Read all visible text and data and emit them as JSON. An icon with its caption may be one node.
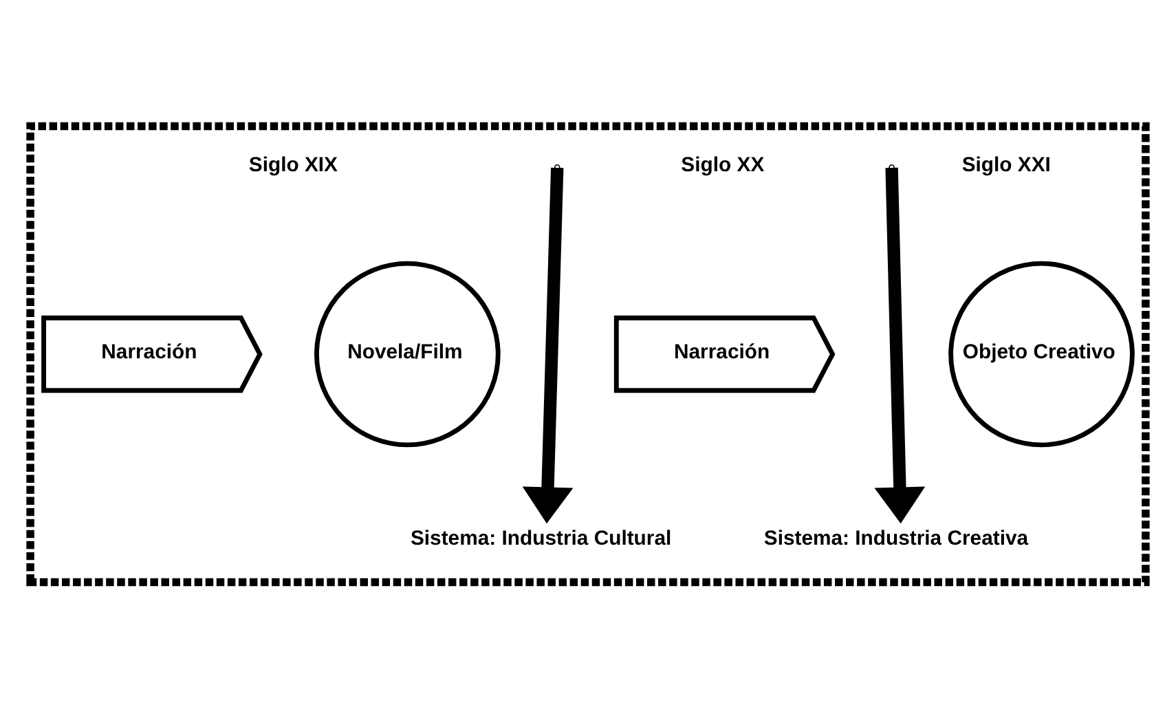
{
  "diagram": {
    "nodes": [
      {
        "text": [],
        "shape": "box"
      },
      {
        "text": [
          "Narración"
        ],
        "in": 0
      },
      {
        "text": [
          "Novela/Film"
        ],
        "in": 0
      },
      {
        "text": [
          "Narración"
        ],
        "in": 0
      },
      {
        "text": [
          "Objeto Creativo"
        ],
        "in": 0
      },
      {
        "text": [
          "Sistema: Industria Cultural"
        ],
        "in": 0
      },
      {
        "text": [
          "Sistema: Industria Creativa"
        ],
        "in": 0
      }
    ],
    "edges": [
      {
        "from": null,
        "to": 5,
        "arrow": "to"
      },
      {
        "from": null,
        "to": 6,
        "arrow": "to"
      }
    ],
    "labels": [
      "Siglo XIX",
      "Siglo XX",
      "Siglo XXI"
    ]
  }
}
